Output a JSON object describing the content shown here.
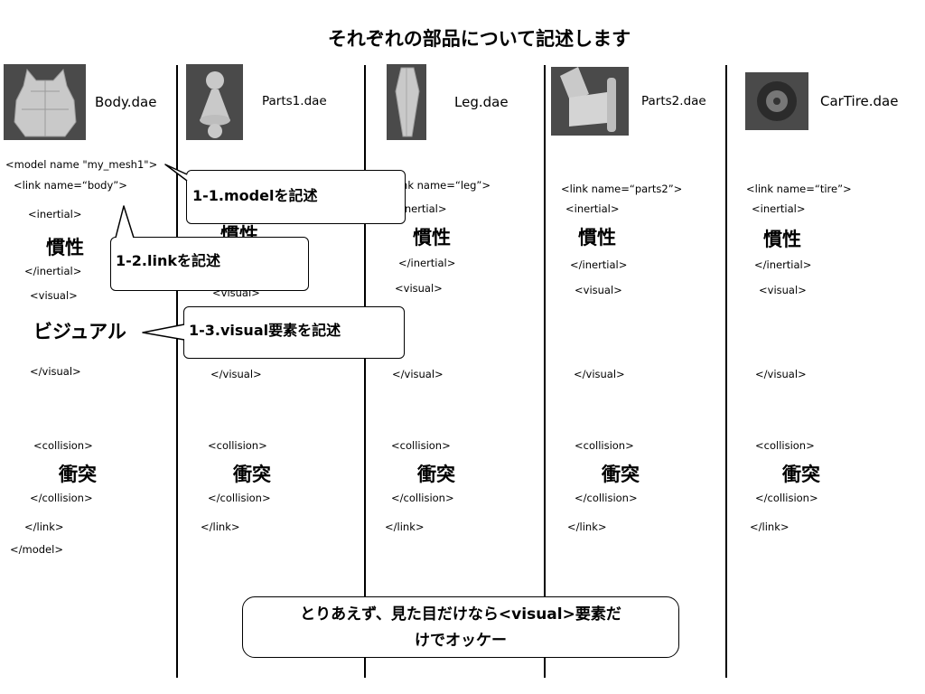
{
  "title": "それぞれの部品について記述します",
  "columns": [
    {
      "file": "Body.dae",
      "link_open": "<link name=“body”>",
      "inertial_open": "<inertial>",
      "inertial": "慣性",
      "inertial_close": "</inertial>",
      "visual_open": "<visual>",
      "visual": "ビジュアル",
      "visual_close": "</visual>",
      "collision_open": "<collision>",
      "collision": "衝突",
      "collision_close": "</collision>",
      "link_close": "</link>"
    },
    {
      "file": "Parts1.dae",
      "link_open": "",
      "inertial_open": "",
      "inertial": "慣性",
      "inertial_close": "",
      "visual_open": "<visual>",
      "visual": "",
      "visual_close": "</visual>",
      "collision_open": "<collision>",
      "collision": "衝突",
      "collision_close": "</collision>",
      "link_close": "</link>"
    },
    {
      "file": "Leg.dae",
      "link_open": "<link name=“leg”>",
      "inertial_open": "<inertial>",
      "inertial": "慣性",
      "inertial_close": "</inertial>",
      "visual_open": "<visual>",
      "visual": "",
      "visual_close": "</visual>",
      "collision_open": "<collision>",
      "collision": "衝突",
      "collision_close": "</collision>",
      "link_close": "</link>"
    },
    {
      "file": "Parts2.dae",
      "link_open": "<link name=“parts2”>",
      "inertial_open": "<inertial>",
      "inertial": "慣性",
      "inertial_close": "</inertial>",
      "visual_open": "<visual>",
      "visual": "",
      "visual_close": "</visual>",
      "collision_open": "<collision>",
      "collision": "衝突",
      "collision_close": "</collision>",
      "link_close": "</link>"
    },
    {
      "file": "CarTire.dae",
      "link_open": "<link name=“tire”>",
      "inertial_open": "<inertial>",
      "inertial": "慣性",
      "inertial_close": "</inertial>",
      "visual_open": "<visual>",
      "visual": "",
      "visual_close": "</visual>",
      "collision_open": "<collision>",
      "collision": "衝突",
      "collision_close": "</collision>",
      "link_close": "</link>"
    }
  ],
  "model_open": "<model name \"my_mesh1\">",
  "model_close": "</model>",
  "callouts": {
    "model": "1-1.modelを記述",
    "link": "1-2.linkを記述",
    "visual": "1-3.visual要素を記述"
  },
  "note": {
    "line1": "とりあえず、見た目だけなら<visual>要素だ",
    "line2": "けでオッケー"
  },
  "colors": {
    "thumb_bg": "#4a4a4a",
    "mesh": "#c9c9c9",
    "tire": "#2b2b2b"
  }
}
